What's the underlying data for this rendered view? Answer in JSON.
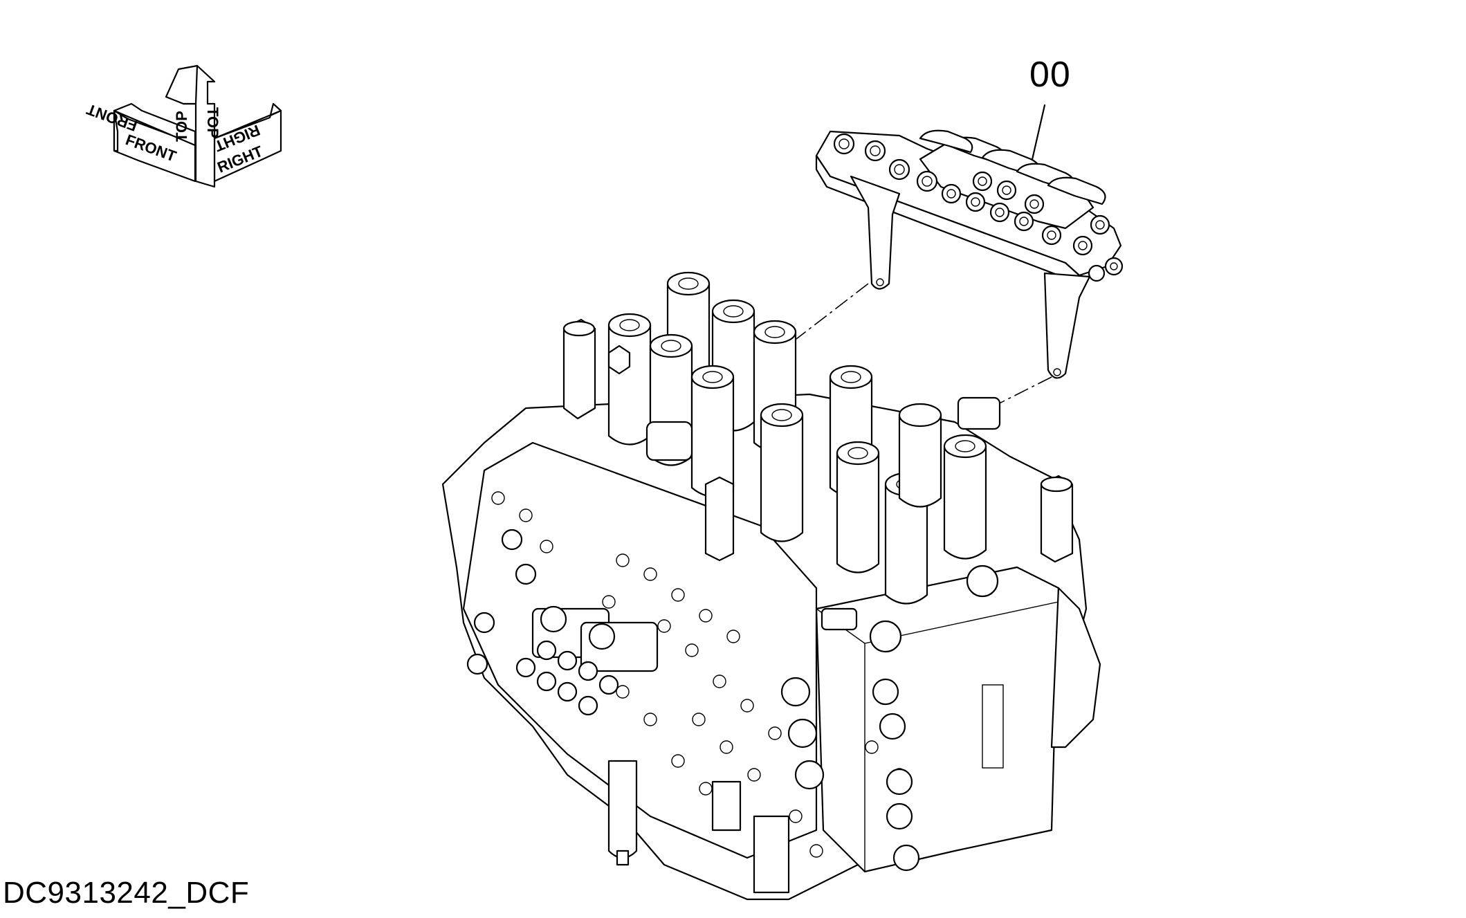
{
  "part_callout": {
    "label": "00"
  },
  "drawing_id": "DC9313242_DCF",
  "orientation": {
    "front_label": "FRONT",
    "top_label": "TOP",
    "right_label": "RIGHT"
  }
}
